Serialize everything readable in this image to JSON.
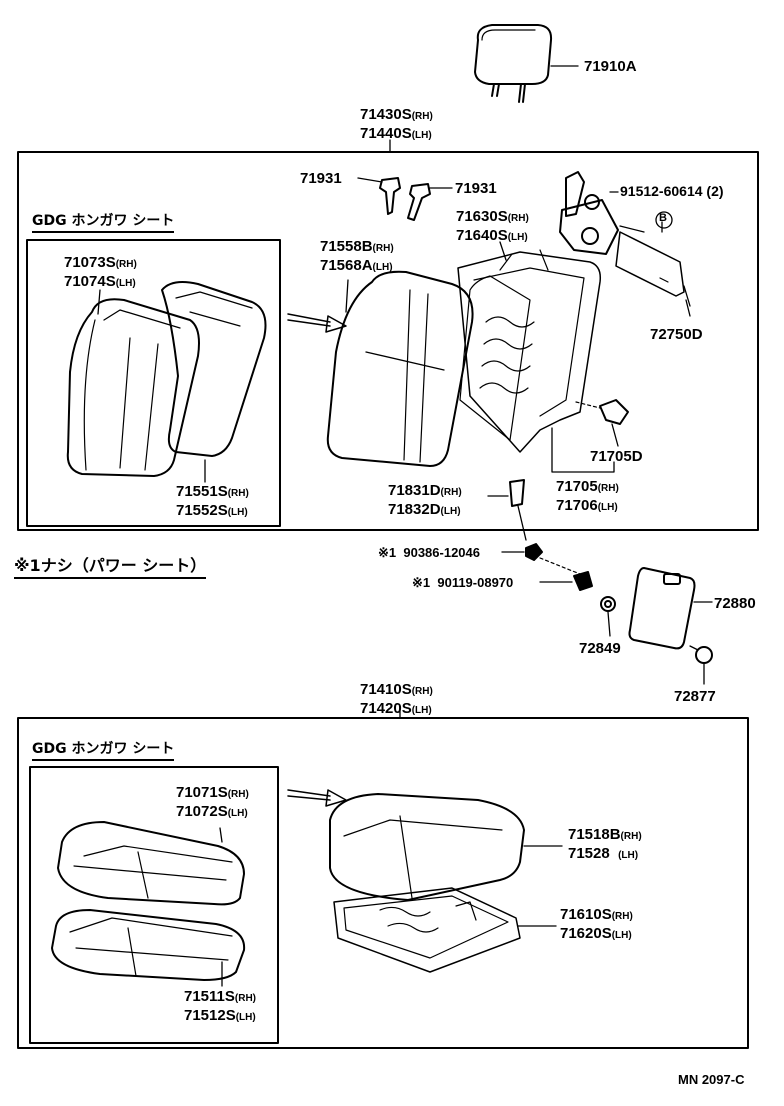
{
  "headrest": {
    "part": "71910A"
  },
  "upper_assembly": {
    "rh": "71430S",
    "lh": "71440S",
    "rh_sfx": "(RH)",
    "lh_sfx": "(LH)"
  },
  "back_box_title": "GDG ホンガワ シート",
  "back_cover_set": {
    "rh": "71073S",
    "lh": "71074S",
    "rh_sfx": "(RH)",
    "lh_sfx": "(LH)"
  },
  "back_leather_set": {
    "rh": "71551S",
    "lh": "71552S",
    "rh_sfx": "(RH)",
    "lh_sfx": "(LH)"
  },
  "back_cover": {
    "rh": "71558B",
    "lh": "71568A",
    "rh_sfx": "(RH)",
    "lh_sfx": "(LH)"
  },
  "headrest_support_1": "71931",
  "headrest_support_2": "71931",
  "back_frame": {
    "rh": "71630S",
    "lh": "71640S",
    "rh_sfx": "(RH)",
    "lh_sfx": "(LH)"
  },
  "bolt_9151": {
    "part": "91512-60614",
    "qty": "(2)",
    "ref": "B"
  },
  "recliner_cover": "72750D",
  "back_hinge": "71705D",
  "back_hinge_set": {
    "rh": "71705",
    "lh": "71706",
    "rh_sfx": "(RH)",
    "lh_sfx": "(LH)"
  },
  "bracket": {
    "rh": "71831D",
    "lh": "71832D",
    "rh_sfx": "(RH)",
    "lh_sfx": "(LH)"
  },
  "note": "※1ナシ（パワー シート）",
  "nut_90386": {
    "mark": "※1",
    "part": "90386-12046"
  },
  "screw_90119": {
    "mark": "※1",
    "part": "90119-08970"
  },
  "cover_72880": "72880",
  "clip_72849": "72849",
  "knob_72877": "72877",
  "lower_assembly": {
    "rh": "71410S",
    "lh": "71420S",
    "rh_sfx": "(RH)",
    "lh_sfx": "(LH)"
  },
  "cushion_box_title": "GDG ホンガワ シート",
  "cushion_cover_set": {
    "rh": "71071S",
    "lh": "71072S",
    "rh_sfx": "(RH)",
    "lh_sfx": "(LH)"
  },
  "cushion_leather_set": {
    "rh": "71511S",
    "lh": "71512S",
    "rh_sfx": "(RH)",
    "lh_sfx": "(LH)"
  },
  "cushion_cover": {
    "rh": "71518B",
    "lh": "71528",
    "rh_sfx": "(RH)",
    "lh_sfx": "(LH)"
  },
  "cushion_frame": {
    "rh": "71610S",
    "lh": "71620S",
    "rh_sfx": "(RH)",
    "lh_sfx": "(LH)"
  },
  "footer_code": "MN 2097-C"
}
